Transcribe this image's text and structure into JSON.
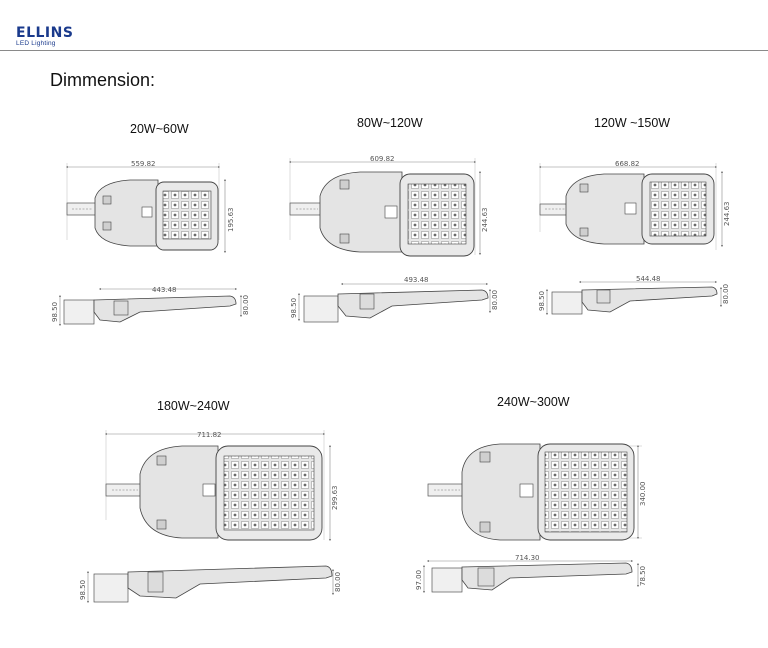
{
  "header": {
    "brand": "ELLINS",
    "tagline": "LED Lighting"
  },
  "page": {
    "title": "Dimmension:"
  },
  "models": [
    {
      "label": "20W~60W",
      "width": "559.82",
      "depth": "195.63",
      "side_length": "443.48",
      "side_height_left": "98.50",
      "side_height_right": "80.00"
    },
    {
      "label": "80W~120W",
      "width": "609.82",
      "depth": "244.63",
      "side_length": "493.48",
      "side_height_left": "98.50",
      "side_height_right": "80.00"
    },
    {
      "label": "120W ~150W",
      "width": "668.82",
      "depth": "244.63",
      "side_length": "544.48",
      "side_height_left": "98.50",
      "side_height_right": "80.00"
    },
    {
      "label": "180W~240W",
      "width": "711.82",
      "depth": "299.63",
      "side_length": "",
      "side_height_left": "98.50",
      "side_height_right": "80.00"
    },
    {
      "label": "240W~300W",
      "width": "",
      "depth": "340.00",
      "side_length": "714.30",
      "side_height_left": "97.00",
      "side_height_right": "78.50"
    }
  ]
}
